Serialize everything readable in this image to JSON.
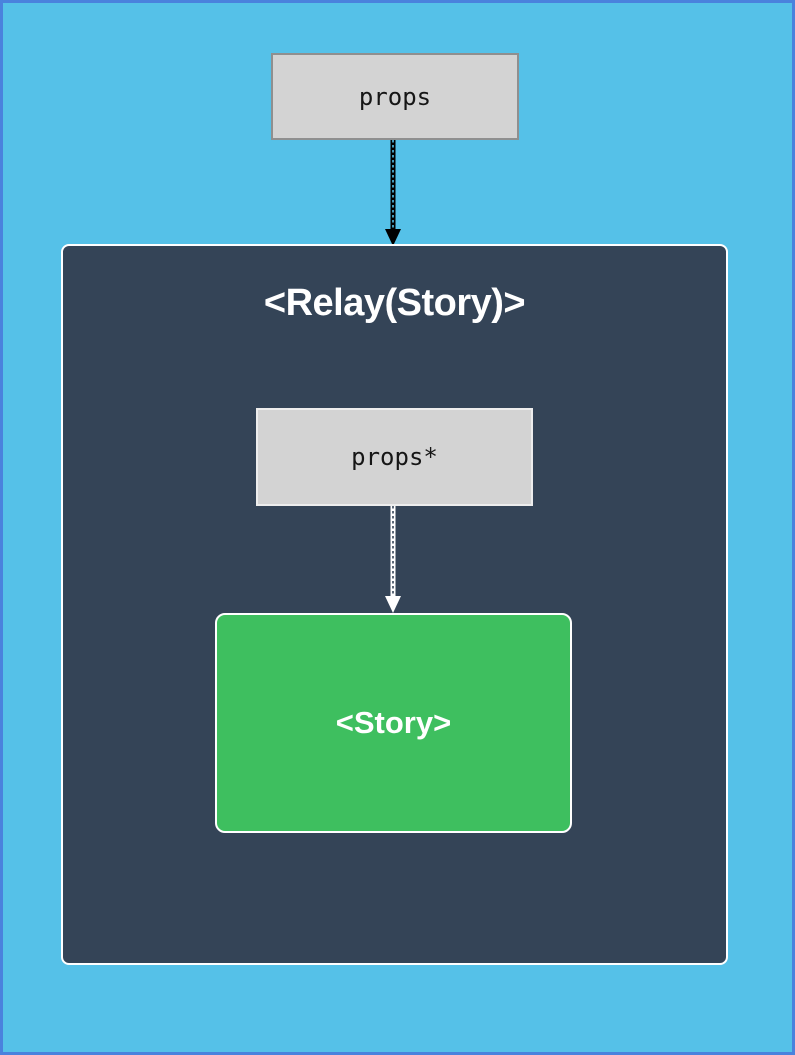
{
  "diagram": {
    "type": "component-data-flow",
    "background_color": "#55c1e8",
    "page_border_color": "#4a82dd",
    "outer_node": {
      "label": "props",
      "fill": "#d3d3d3",
      "border": "#8f8f8f",
      "text_color": "#161616"
    },
    "container": {
      "title": "<Relay(Story)>",
      "fill": "#344457",
      "border": "#ffffff",
      "title_color": "#ffffff"
    },
    "inner_node": {
      "label": "props*",
      "fill": "#d3d3d3",
      "border": "#ededed",
      "text_color": "#161616"
    },
    "child_node": {
      "label": "<Story>",
      "fill": "#3ebf5f",
      "border": "#ffffff",
      "text_color": "#ffffff"
    },
    "edges": [
      {
        "from": "props",
        "to": "relay-container",
        "color": "#000000",
        "style": "dotted-core"
      },
      {
        "from": "props*",
        "to": "story",
        "color": "#ffffff",
        "style": "dotted-core"
      }
    ]
  }
}
